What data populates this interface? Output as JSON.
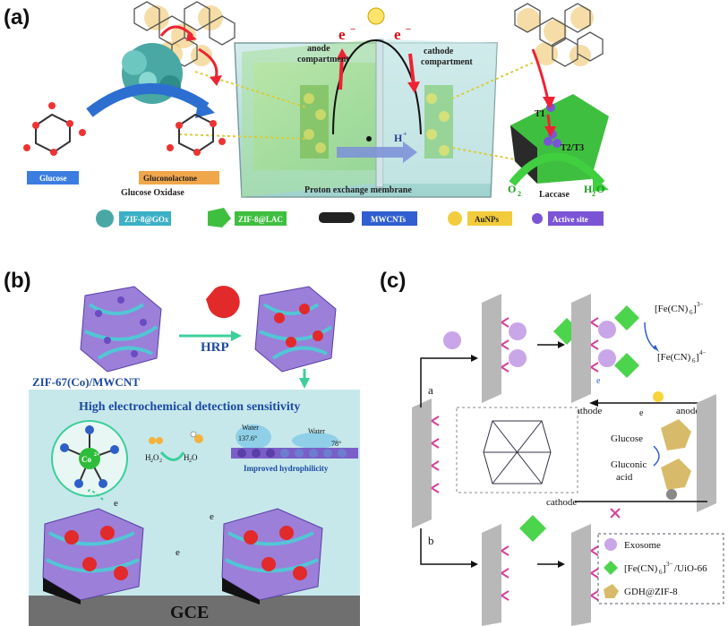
{
  "panel_a": {
    "letter": "(a)",
    "electron_left": "e",
    "electron_right": "e",
    "anode_compartment": [
      "anode",
      "compartment"
    ],
    "cathode_compartment": [
      "cathode",
      "compartment"
    ],
    "proton": "H",
    "membrane": "Proton exchange membrane",
    "glucose": "Glucose",
    "gluconolactone": "Gluconolactone",
    "glucose_oxidase": "Glucose Oxidase",
    "laccase": "Laccase",
    "t1": "T1",
    "t2t3": "T2/T3",
    "o2": "O",
    "h2o": "H",
    "legend": [
      "ZIF-8@GOx",
      "ZIF-8@LAC",
      "MWCNTs",
      "AuNPs",
      "Active site"
    ]
  },
  "panel_b": {
    "letter": "(b)",
    "hrp": "HRP",
    "zif_label": "ZIF-67(Co)/MWCNT",
    "sensitivity": "High electrochemical detection sensitivity",
    "co": "Co",
    "h2o2": "H",
    "h2o": "H",
    "water1": "Water",
    "angle1": "137.6°",
    "water2": "Water",
    "angle2": "78°",
    "hydrophilicity": "Improved hydrophilicity",
    "electron": "e",
    "gce": "GCE"
  },
  "panel_c": {
    "letter": "(c)",
    "branch_a": "a",
    "branch_b": "b",
    "fecn_3": "[Fe(CN)",
    "fecn_4": "[Fe(CN)",
    "cathode_top": "cathode",
    "anode": "anode",
    "electron": "e",
    "glucose": "Glucose",
    "gluconic": [
      "Gluconic",
      "acid"
    ],
    "cathode_bottom": "cathode",
    "legend": {
      "exosome": "Exosome",
      "fecn_uio": "[Fe(CN)",
      "uio_suffix": "/UiO-66",
      "gdh": "GDH@ZIF-8"
    }
  }
}
